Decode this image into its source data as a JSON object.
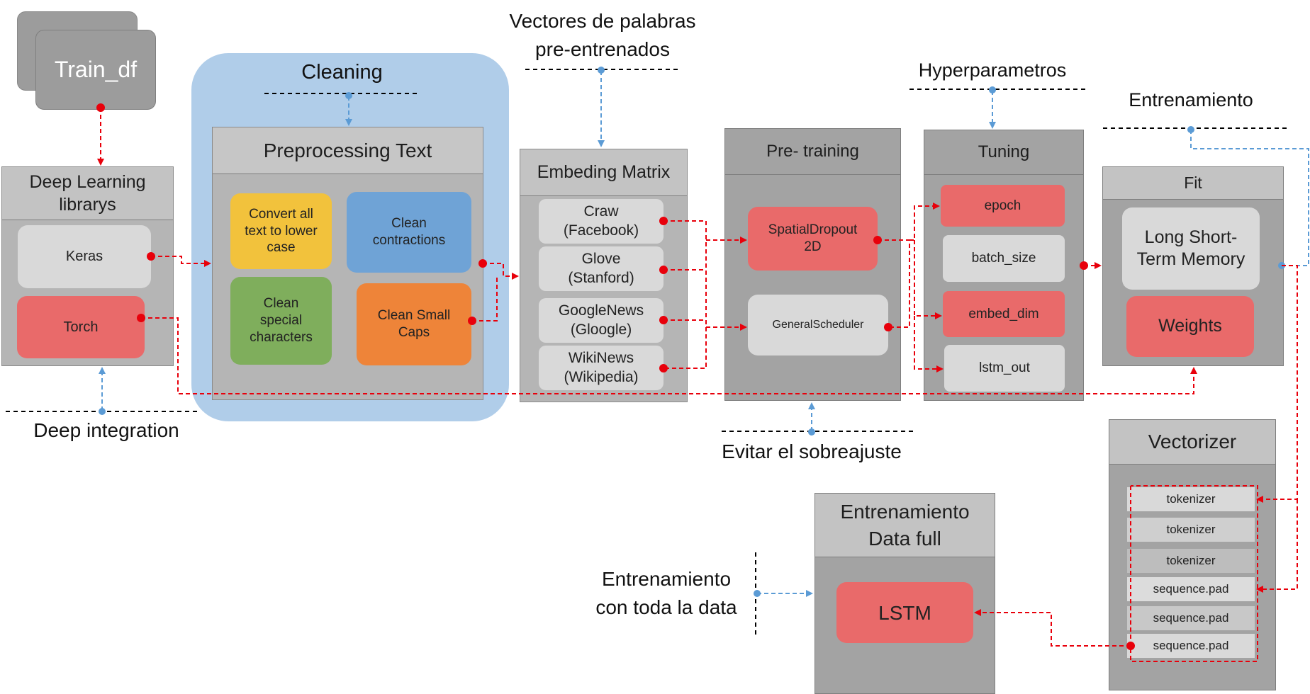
{
  "train_df": "Train_df",
  "cleaning": {
    "title": "Cleaning",
    "panel_title": "Preprocessing Text",
    "items": [
      "Convert all text to lower case",
      "Clean contractions",
      "Clean special characters",
      "Clean Small Caps"
    ]
  },
  "deep_learning": {
    "title": "Deep Learning librarys",
    "items": [
      "Keras",
      "Torch"
    ],
    "note": "Deep integration"
  },
  "embedding": {
    "header": [
      "Vectores de palabras",
      "pre-entrenados"
    ],
    "title": "Embeding Matrix",
    "items": [
      [
        "Craw",
        "(Facebook)"
      ],
      [
        "Glove",
        "(Stanford)"
      ],
      [
        "GoogleNews",
        "(Gloogle)"
      ],
      [
        "WikiNews",
        "(Wikipedia)"
      ]
    ]
  },
  "pretraining": {
    "title": "Pre- training",
    "items": [
      "SpatialDropout 2D",
      "GeneralScheduler"
    ],
    "note": "Evitar el sobreajuste"
  },
  "tuning": {
    "header": "Hyperparametros",
    "title": "Tuning",
    "items": [
      "epoch",
      "batch_size",
      "embed_dim",
      "lstm_out"
    ]
  },
  "fit": {
    "header": "Entrenamiento",
    "title": "Fit",
    "items": [
      "Long Short-Term Memory",
      "Weights"
    ]
  },
  "vectorizer": {
    "title": "Vectorizer",
    "items": [
      "tokenizer",
      "tokenizer",
      "tokenizer",
      "sequence.pad",
      "sequence.pad",
      "sequence.pad"
    ]
  },
  "full_training": {
    "title": [
      "Entrenamiento",
      "Data full"
    ],
    "item": "LSTM",
    "note": [
      "Entrenamiento",
      "con toda la data"
    ]
  },
  "colors": {
    "red_connector": "#e8000b",
    "blue_connector": "#5b9bd5",
    "cleaning_bg": "#b0cde9"
  }
}
